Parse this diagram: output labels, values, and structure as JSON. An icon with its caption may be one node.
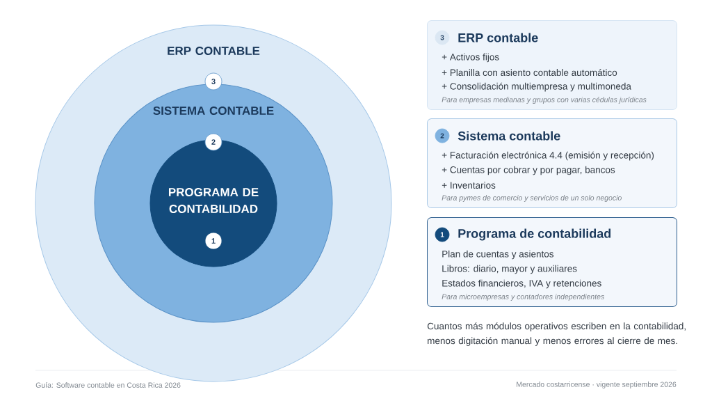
{
  "diagram": {
    "nodes": [
      {
        "text": [
          "ERP CONTABLE"
        ]
      },
      {
        "text": [
          "3"
        ],
        "in": 0
      },
      {
        "text": [
          "SISTEMA CONTABLE"
        ],
        "in": 0
      },
      {
        "text": [
          "2"
        ],
        "in": 2
      },
      {
        "text": [
          "PROGRAMA DE CONTABILIDAD"
        ],
        "in": 2
      },
      {
        "text": [
          "1"
        ],
        "in": 4
      },
      {
        "text": [
          "ERP contable",
          "+ Activos fijos",
          "+ Planilla con asiento contable automático",
          "+ Consolidación multiempresa y multimoneda",
          "Para empresas medianas y grupos con varias cédulas jurídicas"
        ]
      },
      {
        "text": [
          "3"
        ],
        "in": 6
      },
      {
        "text": [
          "Sistema contable",
          "+ Facturación electrónica 4.4 (emisión y recepción)",
          "+ Cuentas por cobrar y por pagar, bancos",
          "+ Inventarios",
          "Para pymes de comercio y servicios de un solo negocio"
        ]
      },
      {
        "text": [
          "2"
        ],
        "in": 8
      },
      {
        "text": [
          "Programa de contabilidad",
          "Plan de cuentas y asientos",
          "Libros: diario, mayor y auxiliares",
          "Estados financieros, IVA y retenciones",
          "Para microempresas y contadores independientes"
        ]
      },
      {
        "text": [
          "1"
        ],
        "in": 10
      }
    ],
    "labels": [
      "Cuantos más módulos operativos escriben en la contabilidad, menos digitación manual y menos errores al cierre de mes.",
      "Guía: Software contable en Costa Rica 2026",
      "Mercado costarricense · vigente septiembre 2026"
    ]
  }
}
